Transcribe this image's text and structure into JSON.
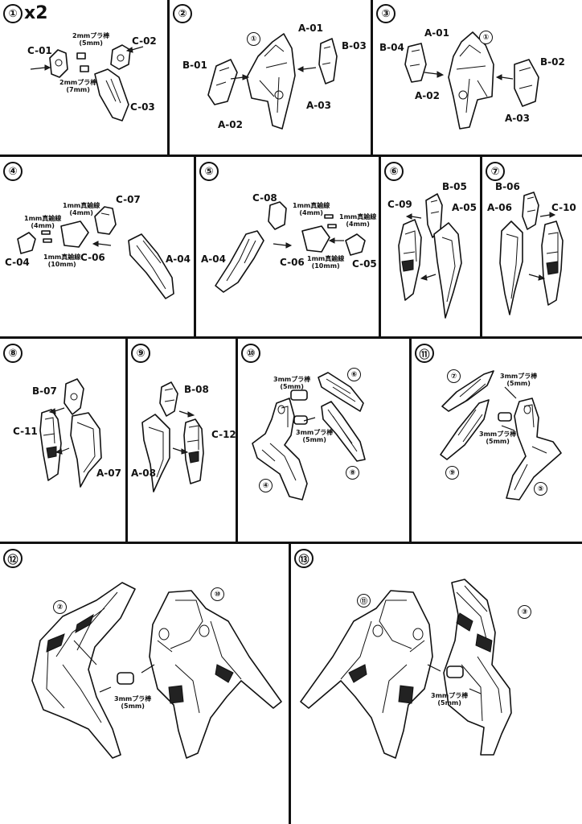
{
  "steps": [
    {
      "id": "1",
      "number": "①",
      "multiplier": "x2",
      "labels": [
        "C-01",
        "C-02",
        "C-03"
      ],
      "notes": [
        {
          "line1": "2mmプラ棒",
          "line2": "(5mm)"
        },
        {
          "line1": "2mmプラ棒",
          "line2": "(7mm)"
        }
      ]
    },
    {
      "id": "2",
      "number": "②",
      "labels": [
        "A-01",
        "B-01",
        "B-03",
        "A-02",
        "A-03"
      ],
      "refs": [
        "①"
      ]
    },
    {
      "id": "3",
      "number": "③",
      "labels": [
        "A-01",
        "B-04",
        "B-02",
        "A-02",
        "A-03"
      ],
      "refs": [
        "①"
      ]
    },
    {
      "id": "4",
      "number": "④",
      "labels": [
        "C-07",
        "C-04",
        "C-06",
        "A-04"
      ],
      "notes": [
        {
          "line1": "1mm真鍮線",
          "line2": "(4mm)"
        },
        {
          "line1": "1mm真鍮線",
          "line2": "(4mm)"
        },
        {
          "line1": "1mm真鍮線",
          "line2": "(10mm)"
        }
      ]
    },
    {
      "id": "5",
      "number": "⑤",
      "labels": [
        "C-08",
        "A-04",
        "C-06",
        "C-05"
      ],
      "notes": [
        {
          "line1": "1mm真鍮線",
          "line2": "(4mm)"
        },
        {
          "line1": "1mm真鍮線",
          "line2": "(4mm)"
        },
        {
          "line1": "1mm真鍮線",
          "line2": "(10mm)"
        }
      ]
    },
    {
      "id": "6",
      "number": "⑥",
      "labels": [
        "B-05",
        "C-09",
        "A-05"
      ]
    },
    {
      "id": "7",
      "number": "⑦",
      "labels": [
        "B-06",
        "A-06",
        "C-10"
      ]
    },
    {
      "id": "8",
      "number": "⑧",
      "labels": [
        "B-07",
        "C-11",
        "A-07"
      ]
    },
    {
      "id": "9",
      "number": "⑨",
      "labels": [
        "B-08",
        "C-12",
        "A-08"
      ]
    },
    {
      "id": "10",
      "number": "⑩",
      "refs": [
        "⑥",
        "④",
        "⑧"
      ],
      "notes": [
        {
          "line1": "3mmプラ棒",
          "line2": "(5mm)"
        },
        {
          "line1": "3mmプラ棒",
          "line2": "(5mm)"
        }
      ]
    },
    {
      "id": "11",
      "number": "⑪",
      "refs": [
        "⑦",
        "⑨",
        "⑤"
      ],
      "notes": [
        {
          "line1": "3mmプラ棒",
          "line2": "(5mm)"
        },
        {
          "line1": "3mmプラ棒",
          "line2": "(5mm)"
        }
      ]
    },
    {
      "id": "12",
      "number": "⑫",
      "refs": [
        "②",
        "⑩"
      ],
      "notes": [
        {
          "line1": "3mmプラ棒",
          "line2": "(5mm)"
        }
      ]
    },
    {
      "id": "13",
      "number": "⑬",
      "refs": [
        "⑪",
        "③"
      ],
      "notes": [
        {
          "line1": "3mmプラ棒",
          "line2": "(5mm)"
        }
      ]
    }
  ]
}
